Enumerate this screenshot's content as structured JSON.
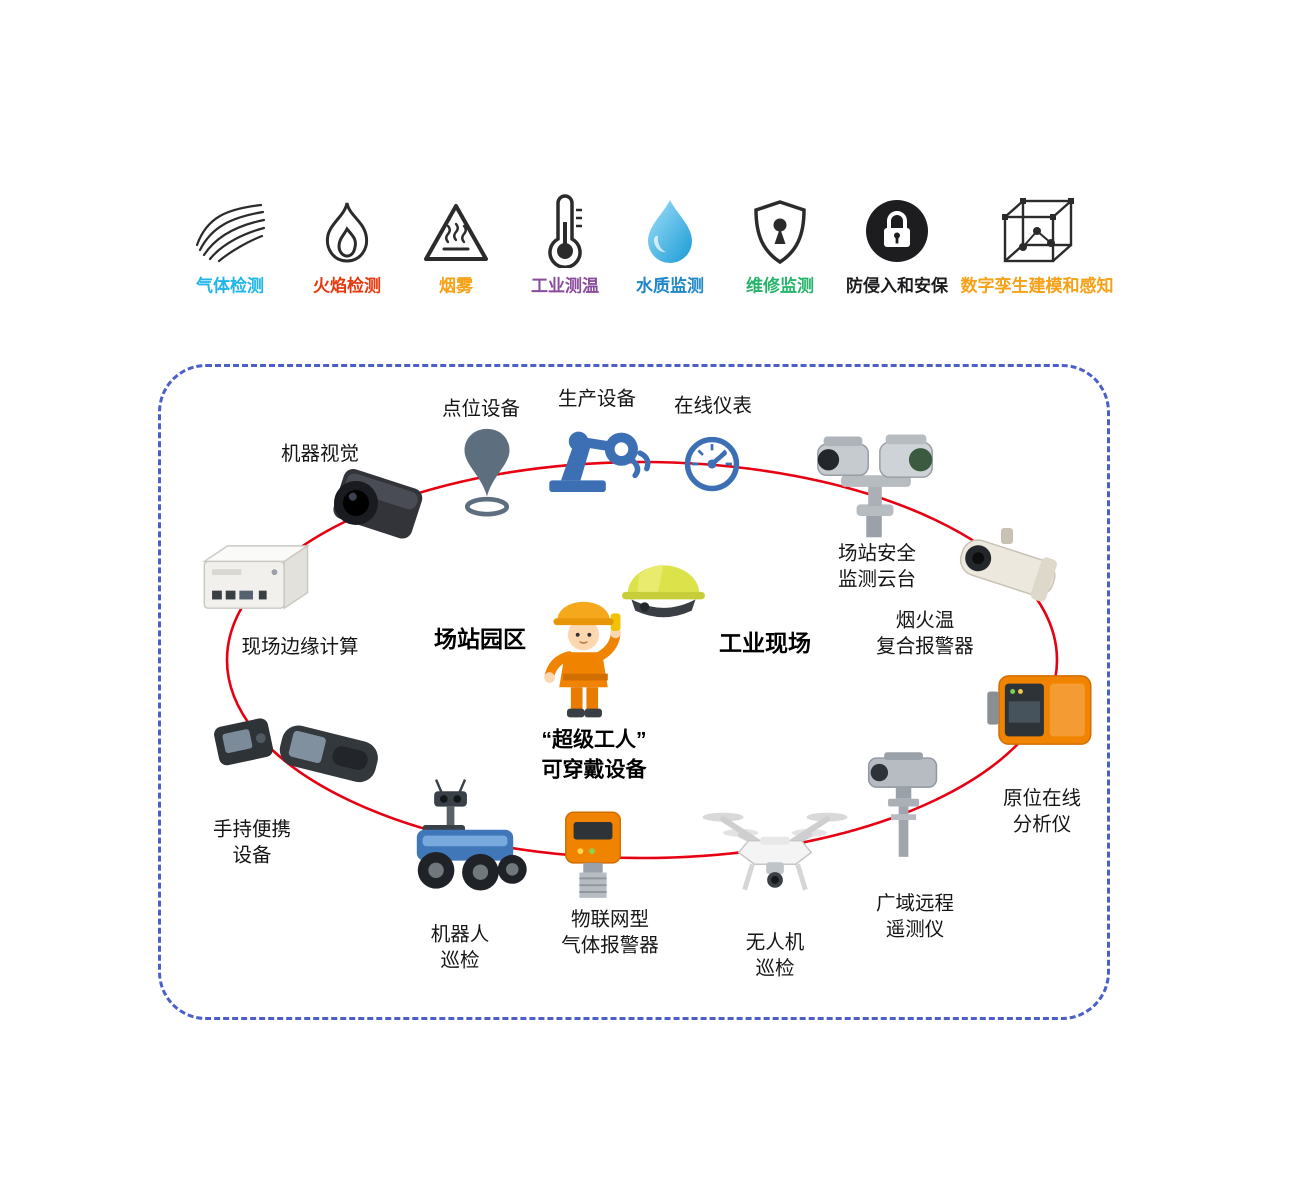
{
  "legend": {
    "items": [
      {
        "label": "气体检测",
        "color": "#1fb5e9",
        "icon": "gas-waves-icon"
      },
      {
        "label": "火焰检测",
        "color": "#e8380d",
        "icon": "flame-icon"
      },
      {
        "label": "烟雾",
        "color": "#f6a117",
        "icon": "smoke-warning-triangle-icon"
      },
      {
        "label": "工业测温",
        "color": "#8a4b9d",
        "icon": "thermometer-icon"
      },
      {
        "label": "水质监测",
        "color": "#1f86c8",
        "icon": "water-drop-icon"
      },
      {
        "label": "维修监测",
        "color": "#28b46a",
        "icon": "shield-keyhole-icon"
      },
      {
        "label": "防侵入和安保",
        "color": "#1c1c1e",
        "icon": "security-lock-icon"
      },
      {
        "label": "数字孪生建模和感知",
        "color": "#f6a117",
        "icon": "digital-twin-cube-icon"
      }
    ]
  },
  "diagram": {
    "border_color": "#4a5fc8",
    "ring_color": "#e60012",
    "zones": {
      "station_campus": "场站园区",
      "industrial_site": "工业现场"
    },
    "wearable_label": "“超级工人”\n可穿戴设备",
    "nodes": {
      "machine_vision": "机器视觉",
      "point_device": "点位设备",
      "production_equipment": "生产设备",
      "online_instrument": "在线仪表",
      "station_ptz": "场站安全\n监测云台",
      "fire_smoke_temp_alarm": "烟火温\n复合报警器",
      "insitu_analyzer": "原位在线\n分析仪",
      "wide_area_telemetry": "广域远程\n遥测仪",
      "drone_inspection": "无人机\n巡检",
      "iot_gas_alarm": "物联网型\n气体报警器",
      "robot_inspection": "机器人\n巡检",
      "handheld_device": "手持便携\n设备",
      "edge_computing": "现场边缘计算"
    }
  }
}
